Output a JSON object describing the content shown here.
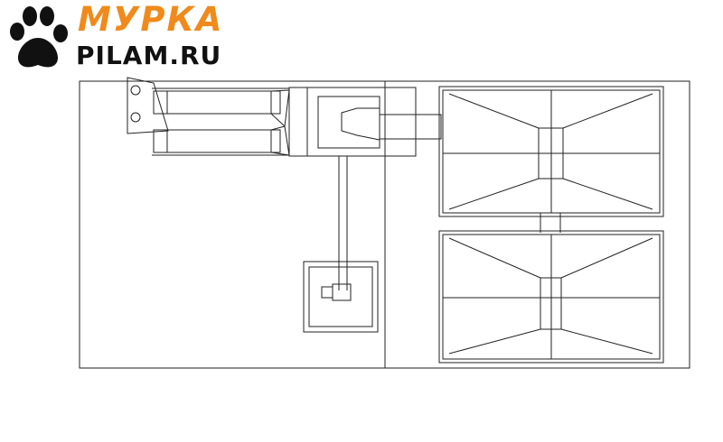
{
  "logo": {
    "brand_name": "МУРКА",
    "site": "PILAM.RU",
    "brand_color": "#f08a1c",
    "text_color": "#111111",
    "icon": "paw-print-icon"
  },
  "drawing": {
    "type": "plan-view line drawing",
    "line_color": "#222222"
  }
}
